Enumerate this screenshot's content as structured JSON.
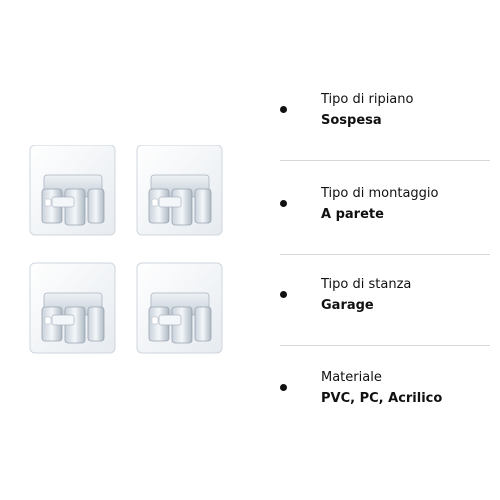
{
  "product": {
    "image_alt": "product-hooks-image"
  },
  "specs": [
    {
      "label": "Tipo di ripiano",
      "value": "Sospesa"
    },
    {
      "label": "Tipo di montaggio",
      "value": "A parete"
    },
    {
      "label": "Tipo di stanza",
      "value": "Garage"
    },
    {
      "label": "Materiale",
      "value": "PVC, PC, Acrilico"
    }
  ],
  "colors": {
    "text": "#111111",
    "divider": "#d5d9d9",
    "hook_body": "#dde3ea",
    "hook_shadow": "#aab4bf",
    "plate": "#f3f6f9"
  }
}
